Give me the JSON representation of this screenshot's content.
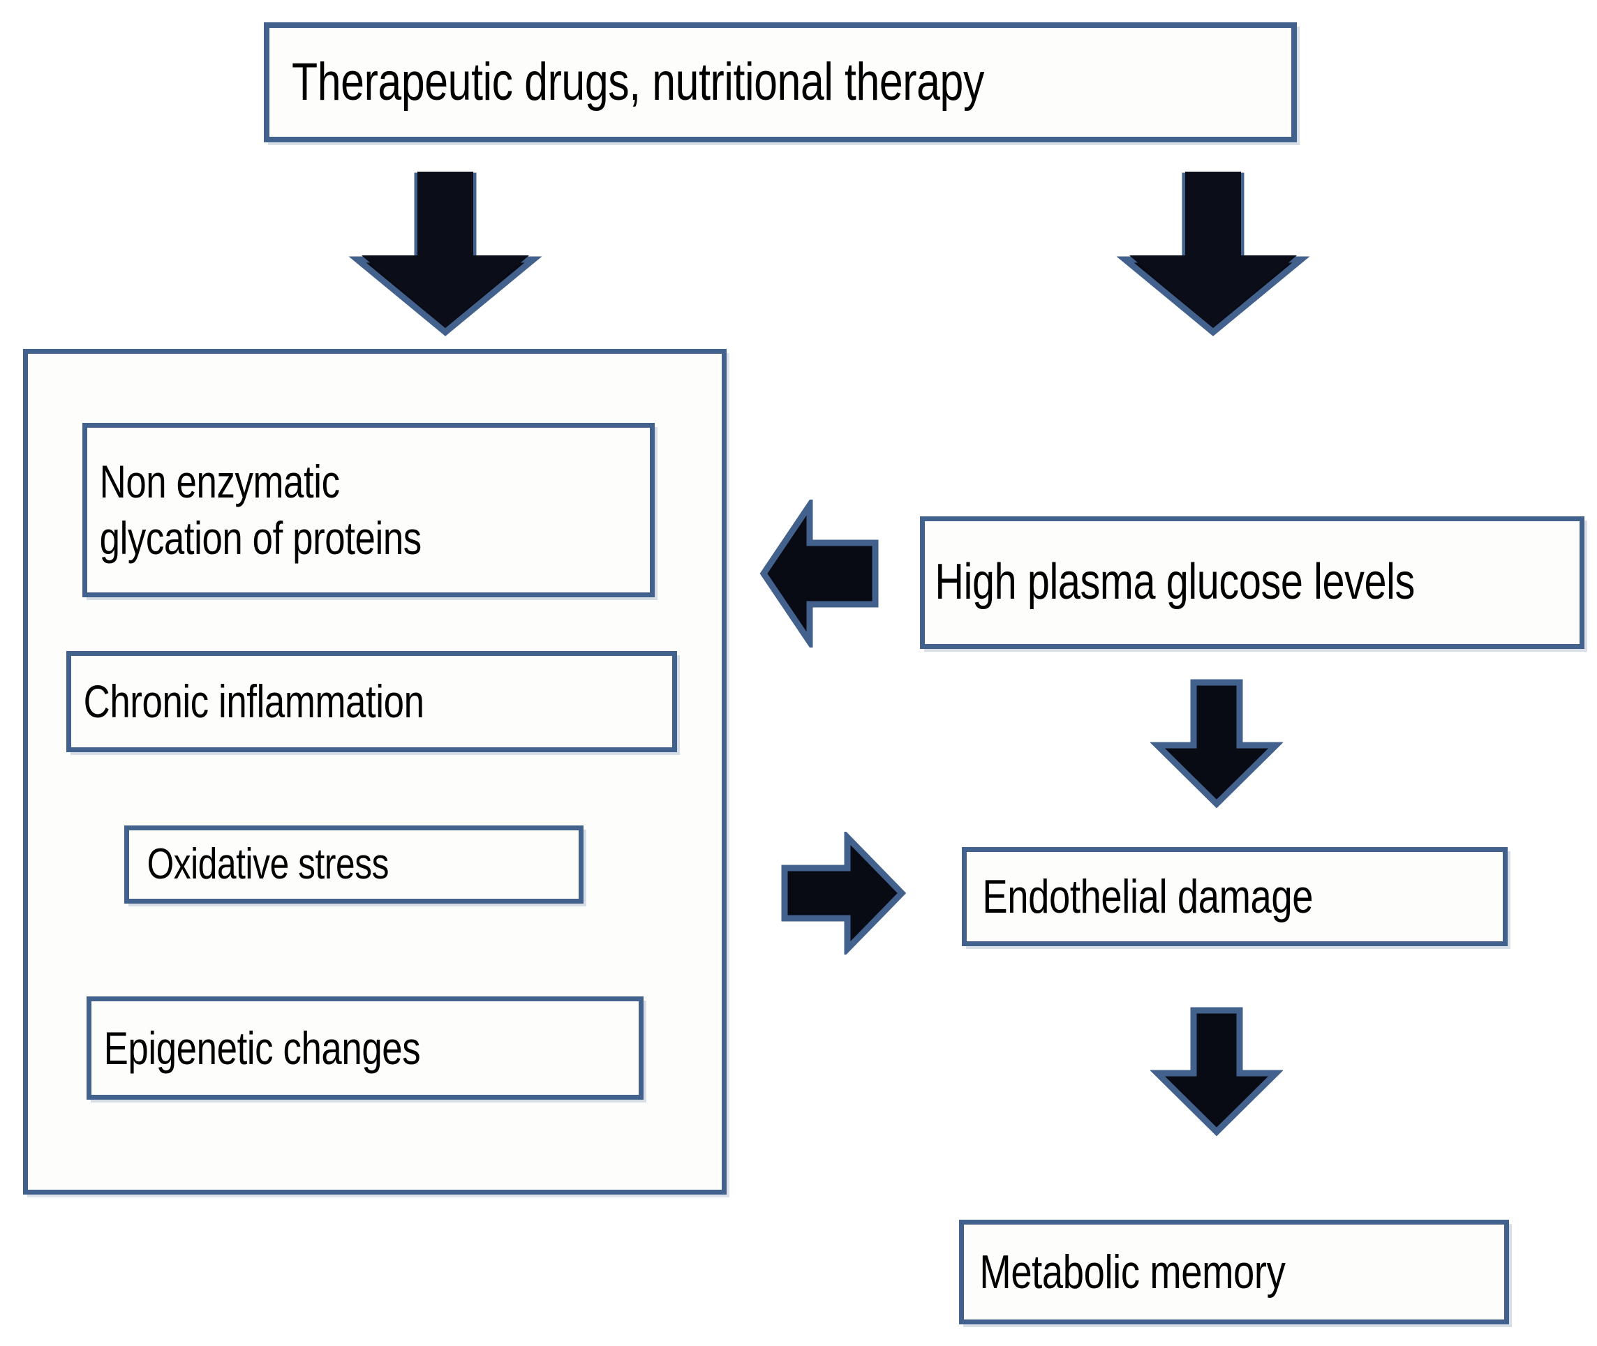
{
  "diagram": {
    "title_node": {
      "id": "therapeutic-drugs",
      "text": "Therapeutic drugs, nutritional therapy"
    },
    "left_group": {
      "id": "mechanisms-group",
      "boxes": [
        {
          "id": "non-enzymatic-glycation",
          "text": "Non enzymatic\nglycation of proteins"
        },
        {
          "id": "chronic-inflammation",
          "text": "Chronic inflammation"
        },
        {
          "id": "oxidative-stress",
          "text": "Oxidative stress"
        },
        {
          "id": "epigenetic-changes",
          "text": "Epigenetic changes"
        }
      ]
    },
    "right_column": {
      "boxes": [
        {
          "id": "high-plasma-glucose",
          "text": "High plasma glucose levels"
        },
        {
          "id": "endothelial-damage",
          "text": "Endothelial damage"
        },
        {
          "id": "metabolic-memory",
          "text": "Metabolic memory"
        }
      ]
    },
    "arrows": [
      {
        "id": "arrow-title-to-mechanisms",
        "direction": "down"
      },
      {
        "id": "arrow-title-to-glucose",
        "direction": "down"
      },
      {
        "id": "arrow-glucose-to-mechanisms",
        "direction": "left"
      },
      {
        "id": "arrow-glucose-to-endothelial",
        "direction": "down"
      },
      {
        "id": "arrow-mechanisms-to-endothelial",
        "direction": "right"
      },
      {
        "id": "arrow-endothelial-to-memory",
        "direction": "down"
      }
    ],
    "colors": {
      "box_border": "#42618c",
      "box_fill": "#fdfdfb",
      "arrow_fill": "#080a14",
      "arrow_outline": "#42618c",
      "text": "#000000",
      "background": "#ffffff"
    }
  }
}
